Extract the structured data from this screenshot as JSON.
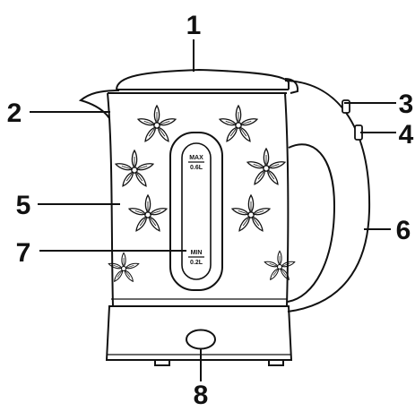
{
  "diagram": {
    "callouts": [
      {
        "id": "1",
        "label": "1"
      },
      {
        "id": "2",
        "label": "2"
      },
      {
        "id": "3",
        "label": "3"
      },
      {
        "id": "4",
        "label": "4"
      },
      {
        "id": "5",
        "label": "5"
      },
      {
        "id": "6",
        "label": "6"
      },
      {
        "id": "7",
        "label": "7"
      },
      {
        "id": "8",
        "label": "8"
      }
    ],
    "water_window": {
      "max_label": "MAX",
      "max_volume": "0.6L",
      "min_label": "MIN",
      "min_volume": "0.2L"
    }
  },
  "colors": {
    "line": "#111111",
    "background": "#ffffff"
  }
}
